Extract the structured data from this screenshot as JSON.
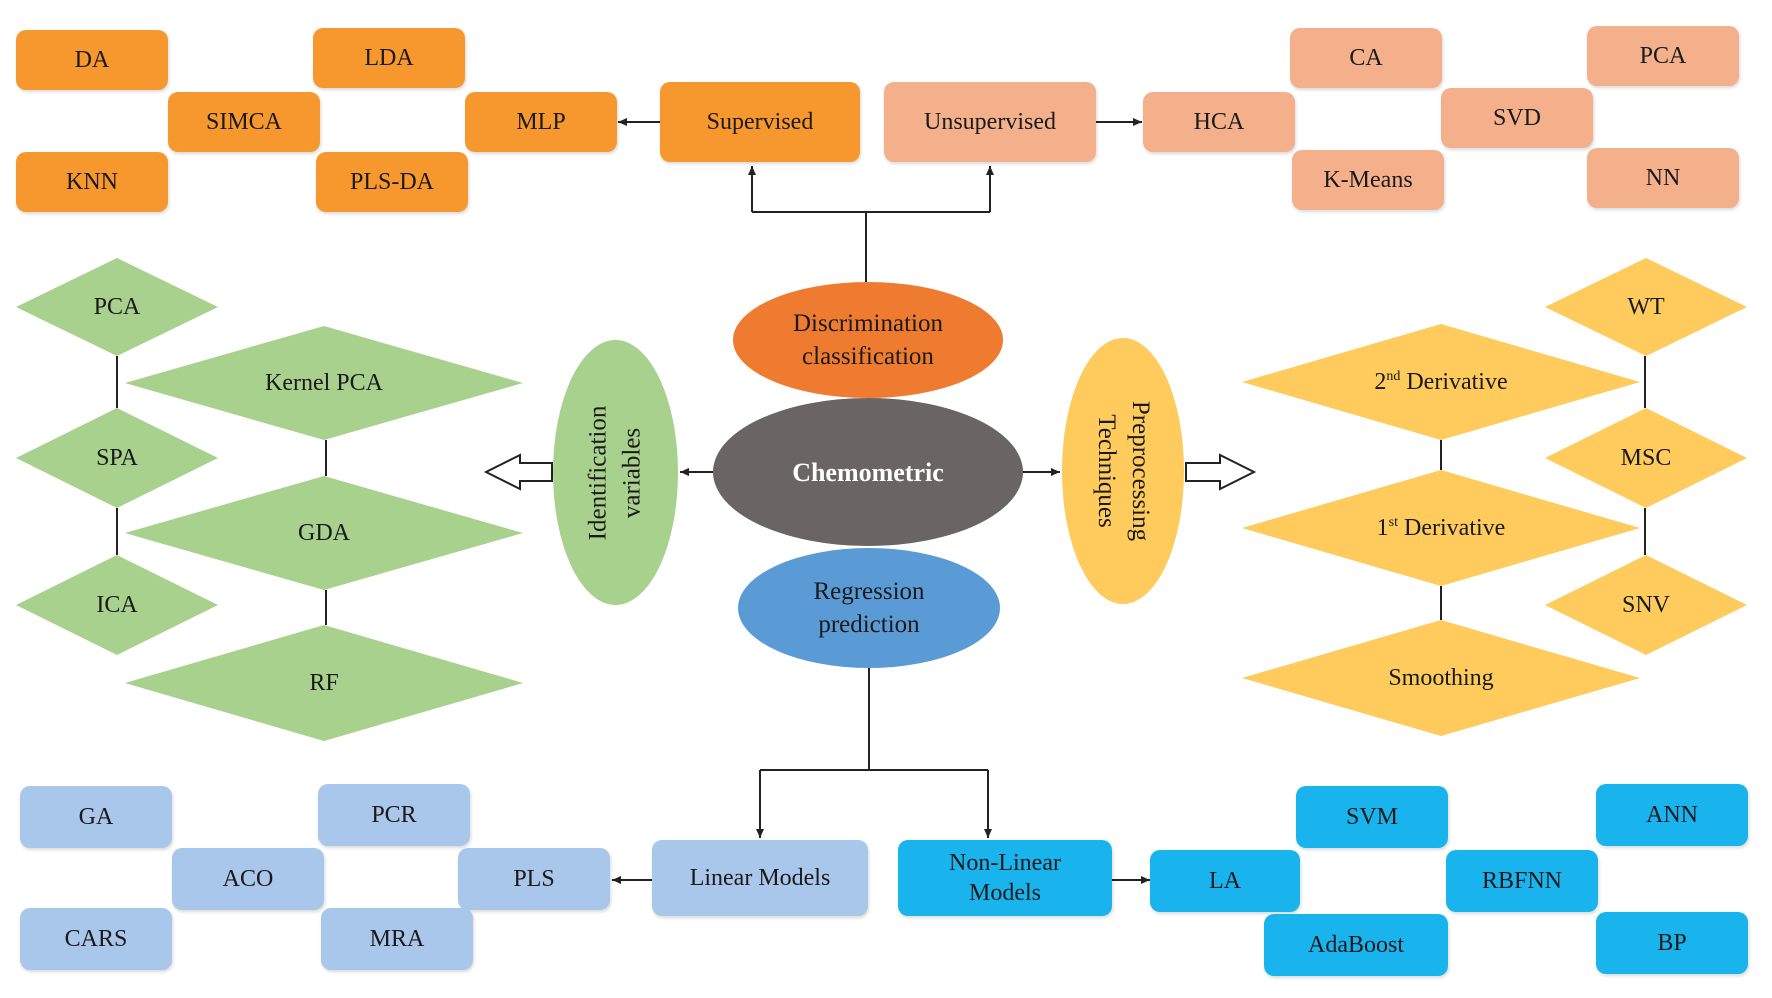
{
  "center": {
    "chemometric": "Chemometric",
    "discrimination_line1": "Discrimination",
    "discrimination_line2": "classification",
    "regression_line1": "Regression",
    "regression_line2": "prediction",
    "identification_line1": "Identification",
    "identification_line2": "variables",
    "preprocessing_line1": "Preprocessing",
    "preprocessing_line2": "Techniques"
  },
  "supervised": {
    "label": "Supervised",
    "methods": {
      "da": "DA",
      "lda": "LDA",
      "simca": "SIMCA",
      "mlp": "MLP",
      "knn": "KNN",
      "plsda": "PLS-DA"
    }
  },
  "unsupervised": {
    "label": "Unsupervised",
    "methods": {
      "hca": "HCA",
      "ca": "CA",
      "pca": "PCA",
      "svd": "SVD",
      "kmeans": "K-Means",
      "nn": "NN"
    }
  },
  "identification": {
    "methods": {
      "pca": "PCA",
      "kernel_pca": "Kernel PCA",
      "spa": "SPA",
      "gda": "GDA",
      "ica": "ICA",
      "rf": "RF"
    }
  },
  "preprocessing": {
    "wt": "WT",
    "second_deriv_prefix": "2",
    "second_deriv_sup": "nd",
    "second_deriv_rest": " Derivative",
    "msc": "MSC",
    "first_deriv_prefix": "1",
    "first_deriv_sup": "st",
    "first_deriv_rest": " Derivative",
    "snv": "SNV",
    "smoothing": "Smoothing"
  },
  "linear": {
    "label": "Linear Models",
    "methods": {
      "ga": "GA",
      "pcr": "PCR",
      "aco": "ACO",
      "pls": "PLS",
      "cars": "CARS",
      "mra": "MRA"
    }
  },
  "nonlinear": {
    "label_line1": "Non-Linear",
    "label_line2": "Models",
    "methods": {
      "svm": "SVM",
      "ann": "ANN",
      "la": "LA",
      "rbfnn": "RBFNN",
      "adaboost": "AdaBoost",
      "bp": "BP"
    }
  },
  "colors": {
    "supervised_orange": "#f7982f",
    "unsupervised_peach": "#f3b08a",
    "identification_green": "#a8d18d",
    "preprocessing_yellow": "#fecb5c",
    "chemometric_gray": "#6b6464",
    "discrimination_orange": "#ee7b30",
    "regression_blue": "#5b9bd5",
    "linear_lightblue": "#a9c7ea",
    "nonlinear_cyan": "#19b4ee"
  }
}
